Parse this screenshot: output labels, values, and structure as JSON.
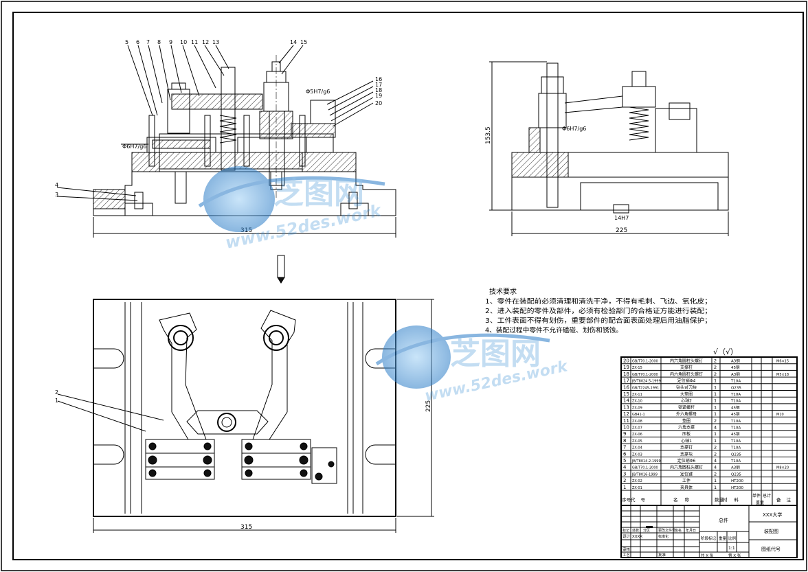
{
  "drawing": {
    "front_view": {
      "balloons": [
        "5",
        "6",
        "7",
        "8",
        "9",
        "10",
        "11",
        "12",
        "13",
        "14",
        "15",
        "16",
        "17",
        "18",
        "19",
        "20"
      ],
      "left_balloons": [
        "4",
        "3"
      ],
      "fit_left": "Φ6H7/g6",
      "fit_right": "Φ5H7/g6",
      "width_dim": "315"
    },
    "side_view": {
      "height_dim": "153.5",
      "fit": "Φ6H7/g6",
      "slot_fit": "14H7",
      "width_dim": "225"
    },
    "top_view": {
      "balloons": [
        "2",
        "1"
      ],
      "width_dim": "315",
      "height_dim": "225"
    },
    "watermark": {
      "brand": "芝图网",
      "url": "www.52des.work"
    }
  },
  "tech_requirements": {
    "title": "技术要求",
    "items": [
      "1、零件在装配前必须清理和清洗干净，不得有毛刺、飞边、氧化皮；",
      "2、进入装配的零件及部件，必须有检验部门的合格证方能进行装配；",
      "3、工件表面不得有划伤，重要部件的配合面表面处理后用油脂保护；",
      "4、装配过程中零件不允许磕碰、划伤和锈蚀。"
    ]
  },
  "surface_symbol": "√（√）",
  "bom": {
    "header": [
      "序号",
      "代号",
      "名称",
      "数量",
      "材料",
      "单件",
      "总计",
      "备注"
    ],
    "header_sub": [
      "重量"
    ],
    "rows": [
      {
        "no": "20",
        "code": "GB/T70.1-2000",
        "name": "内六角圆柱头螺钉",
        "qty": "2",
        "mat": "A3钢",
        "note": "M6×15"
      },
      {
        "no": "19",
        "code": "ZX-15",
        "name": "支撑柱",
        "qty": "2",
        "mat": "45钢",
        "note": ""
      },
      {
        "no": "18",
        "code": "GB/T70.1-2000",
        "name": "内六角圆柱头螺钉",
        "qty": "2",
        "mat": "A3钢",
        "note": "M5×18"
      },
      {
        "no": "17",
        "code": "JB/T8024.5-1999",
        "name": "定位销Φ4",
        "qty": "1",
        "mat": "T10A",
        "note": ""
      },
      {
        "no": "16",
        "code": "GB/T2245-1991",
        "name": "钻头对刀块",
        "qty": "1",
        "mat": "Q235",
        "note": ""
      },
      {
        "no": "15",
        "code": "ZX-11",
        "name": "大垫圈",
        "qty": "1",
        "mat": "T10A",
        "note": ""
      },
      {
        "no": "14",
        "code": "ZX-10",
        "name": "心轴2",
        "qty": "1",
        "mat": "T10A",
        "note": ""
      },
      {
        "no": "13",
        "code": "ZX-09",
        "name": "锁紧螺杆",
        "qty": "1",
        "mat": "45钢",
        "note": ""
      },
      {
        "no": "12",
        "code": "GB41-1",
        "name": "外六角螺母",
        "qty": "1",
        "mat": "45钢",
        "note": "M10"
      },
      {
        "no": "11",
        "code": "ZX-08",
        "name": "垫圈",
        "qty": "2",
        "mat": "T10A",
        "note": ""
      },
      {
        "no": "10",
        "code": "ZX-07",
        "name": "六角支撑",
        "qty": "4",
        "mat": "T10A",
        "note": ""
      },
      {
        "no": "9",
        "code": "ZX-06",
        "name": "压板",
        "qty": "1",
        "mat": "45钢",
        "note": ""
      },
      {
        "no": "8",
        "code": "ZX-05",
        "name": "心轴1",
        "qty": "1",
        "mat": "T10A",
        "note": ""
      },
      {
        "no": "7",
        "code": "ZX-04",
        "name": "支撑钉",
        "qty": "2",
        "mat": "T10A",
        "note": ""
      },
      {
        "no": "6",
        "code": "ZX-03",
        "name": "支撑块",
        "qty": "2",
        "mat": "Q235",
        "note": ""
      },
      {
        "no": "5",
        "code": "JB/T8014.2-1999",
        "name": "定位销Φ6",
        "qty": "4",
        "mat": "T10A",
        "note": ""
      },
      {
        "no": "4",
        "code": "GB/T70.1-2000",
        "name": "内六角圆柱头螺钉",
        "qty": "4",
        "mat": "A3钢",
        "note": "M8×20"
      },
      {
        "no": "3",
        "code": "JB/T8016-1999",
        "name": "定位键",
        "qty": "2",
        "mat": "Q235",
        "note": ""
      },
      {
        "no": "2",
        "code": "ZX-02",
        "name": "工件",
        "qty": "1",
        "mat": "HT200",
        "note": ""
      },
      {
        "no": "1",
        "code": "ZX-01",
        "name": "夹具体",
        "qty": "1",
        "mat": "HT200",
        "note": ""
      }
    ]
  },
  "title_block": {
    "part_name": "总件",
    "school": "XXX大学",
    "drawing_type": "装配图",
    "drawing_no": "图纸代号",
    "scale_label": "比例",
    "scale": "1:1",
    "weight_label": "重量",
    "stage_label": "阶段标记",
    "row_labels": [
      "标记",
      "处数",
      "分区",
      "更改文件号",
      "签名",
      "年月日"
    ],
    "designer_label": "设计",
    "designer": "XXXX",
    "standard_label": "标准化",
    "reviewer_label": "审核",
    "process_label": "工艺",
    "approve_label": "批准",
    "sheet_total": "共 X 张",
    "sheet_no": "第 X 张"
  }
}
